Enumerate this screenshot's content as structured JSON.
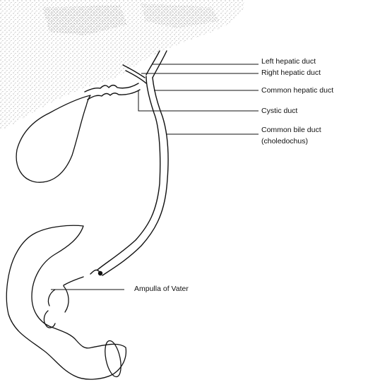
{
  "figure": {
    "labels": {
      "left_hepatic_duct": "Left hepatic duct",
      "right_hepatic_duct": "Right hepatic duct",
      "common_hepatic_duct": "Common hepatic duct",
      "cystic_duct": "Cystic duct",
      "common_bile_duct_line1": "Common bile duct",
      "common_bile_duct_line2": "(choledochus)",
      "ampulla_of_vater": "Ampulla of Vater"
    }
  },
  "colors": {
    "ink": "#111111",
    "background": "#ffffff",
    "stipple": "#555555"
  }
}
